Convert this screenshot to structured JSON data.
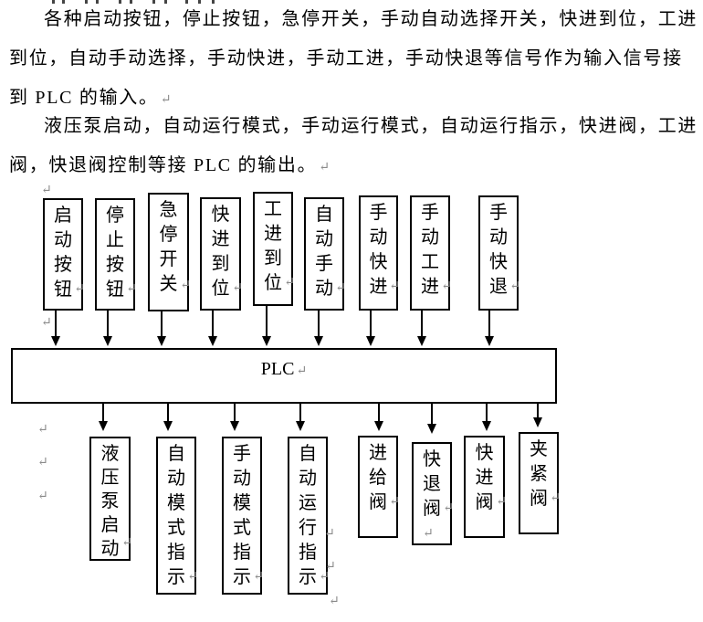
{
  "paragraphs": [
    {
      "text": "各种启动按钮，停止按钮，急停开关，手动自动选择开关，快进到位，工进到位，自动手动选择，手动快进，手动工进，手动快退等信号作为输入信号接到 PLC 的输入。"
    },
    {
      "text": "液压泵启动，自动运行模式，手动运行模式，自动运行指示，快进阀，工进阀，快退阀控制等接 PLC 的输出。"
    }
  ],
  "diagram": {
    "plc_label": "PLC",
    "input_boxes": [
      {
        "label": "启动按钮"
      },
      {
        "label": "停止按钮"
      },
      {
        "label": "急停开关"
      },
      {
        "label": "快进到位"
      },
      {
        "label": "工进到位"
      },
      {
        "label": "自动手动"
      },
      {
        "label": "手动快进"
      },
      {
        "label": "手动工进"
      },
      {
        "label": "手动快退"
      }
    ],
    "output_boxes": [
      {
        "label": "液压泵启动"
      },
      {
        "label": "自动模式指示"
      },
      {
        "label": "手动模式指示"
      },
      {
        "label": "自动运行指示"
      },
      {
        "label": "进给阀"
      },
      {
        "label": "快退阀"
      },
      {
        "label": "快进阀"
      },
      {
        "label": "夹紧阀"
      }
    ]
  },
  "marks": {
    "pilcrow": "↵"
  },
  "colors": {
    "text": "#000000",
    "border": "#000000",
    "mark": "#8a8a8a",
    "background": "#ffffff"
  }
}
